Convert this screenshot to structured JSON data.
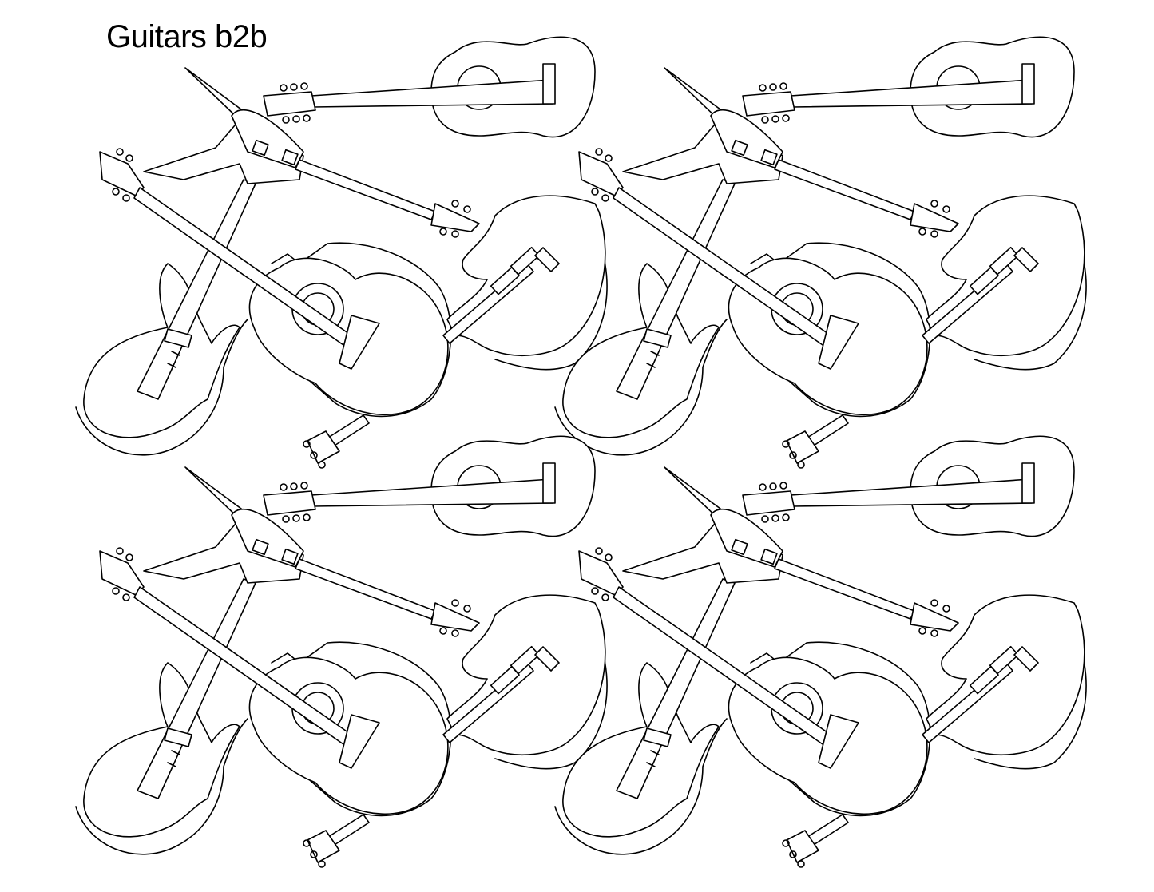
{
  "title": "Guitars b2b",
  "colors": {
    "line": "#000000",
    "background": "#ffffff"
  },
  "pattern": {
    "motif": "guitars",
    "repeat_columns": 2,
    "repeat_rows": 2
  }
}
